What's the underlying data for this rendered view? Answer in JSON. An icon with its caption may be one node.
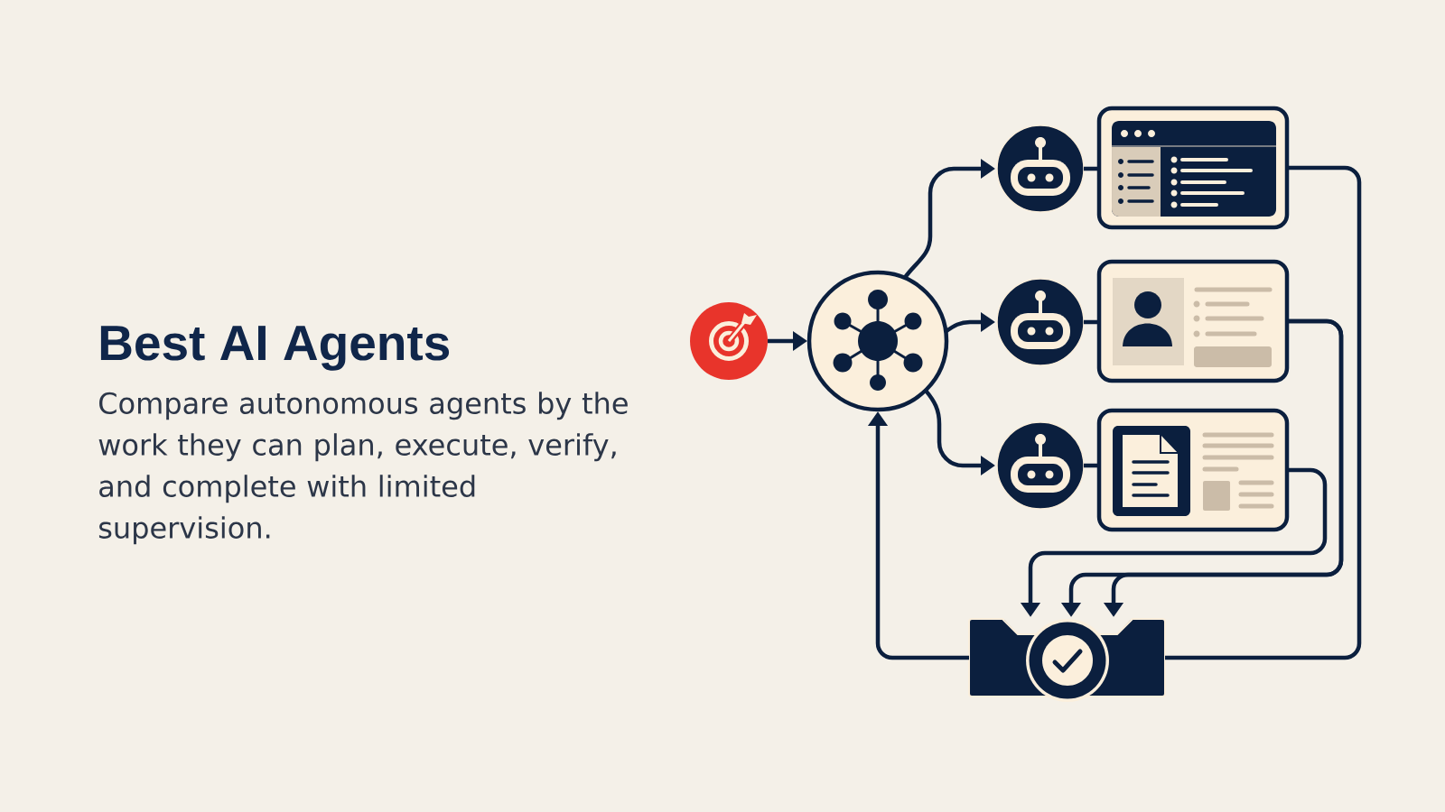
{
  "diagram": {
    "title": "Best AI Agents",
    "nodes": [
      {
        "text": [],
        "shape": "circle"
      },
      {
        "text": [],
        "shape": "circle"
      },
      {
        "text": [],
        "shape": "circle"
      },
      {
        "text": [],
        "shape": "box"
      },
      {
        "text": [],
        "shape": "circle"
      },
      {
        "text": [],
        "shape": "box"
      },
      {
        "text": [],
        "shape": "circle"
      },
      {
        "text": [],
        "shape": "box"
      },
      {
        "text": [],
        "shape": "box"
      }
    ],
    "edges": [
      {
        "from": 0,
        "to": 1,
        "arrow": "to"
      },
      {
        "from": 1,
        "to": 2,
        "arrow": "to"
      },
      {
        "from": 1,
        "to": 4,
        "arrow": "to"
      },
      {
        "from": 1,
        "to": 6,
        "arrow": "to"
      },
      {
        "from": 2,
        "to": 3,
        "arrow": "none"
      },
      {
        "from": 4,
        "to": 5,
        "arrow": "none"
      },
      {
        "from": 6,
        "to": 7,
        "arrow": "none"
      },
      {
        "from": 3,
        "to": 8,
        "arrow": "none"
      },
      {
        "from": 5,
        "to": 8,
        "arrow": "to"
      },
      {
        "from": 5,
        "to": 8,
        "arrow": "to"
      },
      {
        "from": 7,
        "to": 8,
        "arrow": "to"
      },
      {
        "from": 8,
        "to": 1,
        "arrow": "to"
      }
    ],
    "labels": [
      "Compare autonomous agents by the work they can plan, execute, verify, and complete with limited supervision."
    ]
  }
}
